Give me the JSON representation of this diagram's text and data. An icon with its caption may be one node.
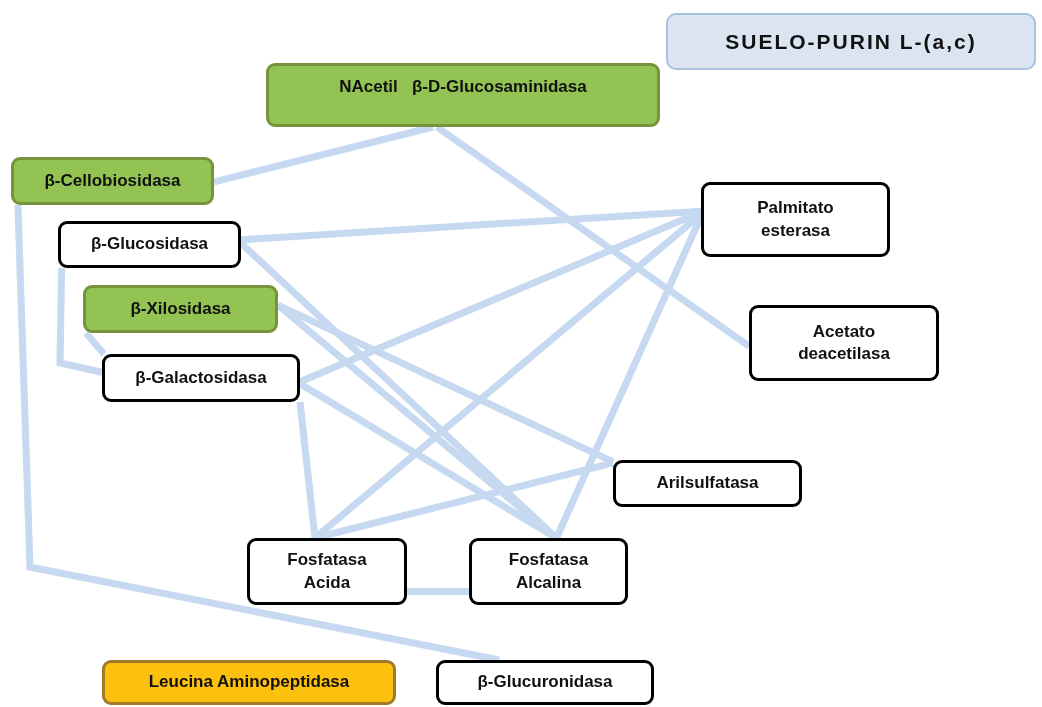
{
  "diagram": {
    "title": "SUELO-PURIN L-(a,c)",
    "nodes": [
      {
        "text": [
          "NAcetil   β-D-Glucosaminidasa"
        ]
      },
      {
        "text": [
          "β-Cellobiosidasa"
        ]
      },
      {
        "text": [
          "β-Glucosidasa"
        ]
      },
      {
        "text": [
          "β-Xilosidasa"
        ]
      },
      {
        "text": [
          "β-Galactosidasa"
        ]
      },
      {
        "text": [
          "Palmitato esterasa"
        ]
      },
      {
        "text": [
          "Acetato deacetilasa"
        ]
      },
      {
        "text": [
          "Arilsulfatasa"
        ]
      },
      {
        "text": [
          "Fosfatasa Acida"
        ]
      },
      {
        "text": [
          "Fosfatasa Alcalina"
        ]
      },
      {
        "text": [
          "Leucina Aminopeptidasa"
        ]
      },
      {
        "text": [
          "β-Glucuronidasa"
        ]
      }
    ],
    "edges": [
      {
        "from": 1,
        "to": 0,
        "arrow": "none"
      },
      {
        "from": 0,
        "to": 6,
        "arrow": "none"
      },
      {
        "from": 2,
        "to": 5,
        "arrow": "none"
      },
      {
        "from": 2,
        "to": 9,
        "arrow": "none"
      },
      {
        "from": 3,
        "to": 9,
        "arrow": "none"
      },
      {
        "from": 3,
        "to": 7,
        "arrow": "none"
      },
      {
        "from": 4,
        "to": 5,
        "arrow": "none"
      },
      {
        "from": 4,
        "to": 9,
        "arrow": "none"
      },
      {
        "from": 4,
        "to": 8,
        "arrow": "none"
      },
      {
        "from": 8,
        "to": 5,
        "arrow": "none"
      },
      {
        "from": 8,
        "to": 7,
        "arrow": "none"
      },
      {
        "from": 9,
        "to": 5,
        "arrow": "none"
      },
      {
        "from": 8,
        "to": 9,
        "arrow": "none"
      },
      {
        "from": 2,
        "to": 4,
        "arrow": "none"
      },
      {
        "from": 3,
        "to": 4,
        "arrow": "none"
      },
      {
        "from": 1,
        "to": 11,
        "arrow": "none"
      }
    ]
  }
}
